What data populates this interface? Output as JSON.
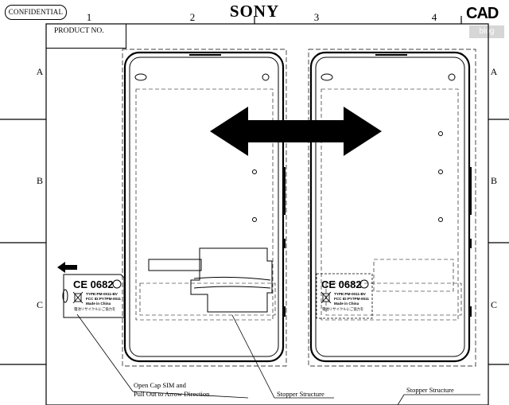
{
  "sheet": {
    "confidential": "CONFIDENTIAL",
    "brand": "SONY",
    "product_no_label": "PRODUCT NO.",
    "columns": [
      "1",
      "2",
      "3",
      "4"
    ],
    "rows": [
      "A",
      "B",
      "C"
    ],
    "watermark": "CAD",
    "watermark_sub": "blog"
  },
  "notes": {
    "open_cap_line1": "Open Cap SIM and",
    "open_cap_line2": "Pull Out to Arrow Direction",
    "stopper_1": "Stopper Structure",
    "stopper_2": "Stopper Structure"
  },
  "labels": {
    "left": {
      "ce": "CE 0682",
      "type": "TYPE:PM-0011-BV",
      "fcc": "FCC ID:PY7PM-0011",
      "made": "Made in China",
      "recycle": "電池リサイクルにご協力を"
    },
    "right": {
      "ce": "CE 0682",
      "type": "TYPE:PM-0011-BV",
      "fcc": "FCC ID:PY7PM-0011",
      "made": "Made in China",
      "recycle": "電池リサイクルにご協力を"
    }
  }
}
